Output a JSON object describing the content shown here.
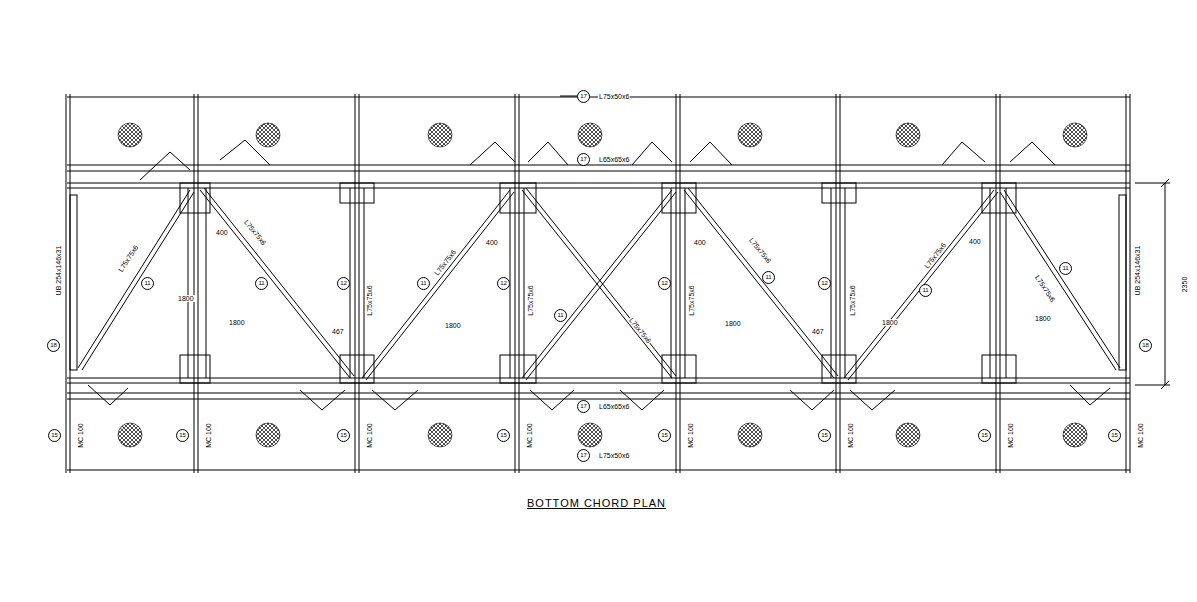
{
  "diagram": {
    "title": "BOTTOM CHORD PLAN",
    "labels": [
      "17",
      "L75x50x6",
      "17",
      "L65x65x6",
      "17",
      "L65x65x6",
      "17",
      "L75x50x6",
      "2350",
      "11",
      "L75x75x6",
      "11",
      "L75x75x6",
      "11",
      "L75x75x6",
      "11",
      "L75x75x6",
      "11",
      "L75x75x6",
      "11",
      "L75x75x6",
      "11",
      "L75x75x6",
      "12",
      "L75x75x6",
      "12",
      "L75x75x6",
      "12",
      "L75x75x6",
      "12",
      "L75x75x6",
      "18",
      "UB 254x146x31",
      "18",
      "UB 254x146x31",
      "15",
      "MC 100",
      "15",
      "MC 100",
      "15",
      "MC 100",
      "15",
      "MC 100",
      "15",
      "MC 100",
      "15",
      "MC 100",
      "15",
      "MC 100",
      "15",
      "MC 100",
      "1800",
      "1800",
      "1800",
      "1800",
      "1800",
      "1800",
      "400",
      "400",
      "400",
      "400",
      "467",
      "467"
    ]
  }
}
